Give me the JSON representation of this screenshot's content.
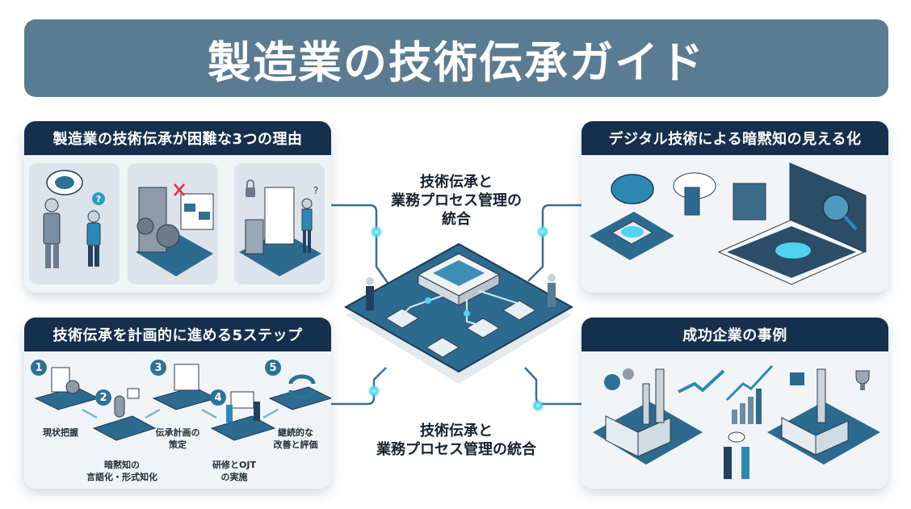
{
  "header": {
    "title": "製造業の技術伝承ガイド"
  },
  "panels": {
    "reasons": {
      "title": "製造業の技術伝承が困難な3つの理由",
      "cards": [
        {
          "icon": "veteran-and-novice-icon"
        },
        {
          "icon": "machine-gears-icon"
        },
        {
          "icon": "locked-documents-icon"
        }
      ]
    },
    "digital": {
      "title": "デジタル技術による暗黙知の見える化",
      "icons": [
        "brain-device-icon",
        "cloud-server-icon",
        "tablet-dashboard-icon",
        "magnifier-icon"
      ]
    },
    "steps": {
      "title": "技術伝承を計画的に進める5ステップ",
      "items": [
        {
          "number": "1",
          "label": "現状把握",
          "icon": "clipboard-gear-icon"
        },
        {
          "number": "2",
          "label": "暗黙知の\n言語化・形式知化",
          "icon": "microphone-icon"
        },
        {
          "number": "3",
          "label": "伝承計画の\n策定",
          "icon": "calendar-icon"
        },
        {
          "number": "4",
          "label": "研修とOJT\nの実施",
          "icon": "training-presentation-icon"
        },
        {
          "number": "5",
          "label": "継続的な\n改善と評価",
          "icon": "cycle-arrows-icon"
        }
      ]
    },
    "success": {
      "title": "成功企業の事例",
      "icons": [
        "factory-icon",
        "growth-chart-icon",
        "handshake-icon",
        "smart-factory-icon",
        "trophy-icon"
      ]
    }
  },
  "center": {
    "top_label": "技術伝承と\n業務プロセス管理の\n統合",
    "bottom_label": "技術伝承と\n業務プロセス管理の統合",
    "icons": [
      "process-hub-icon",
      "search-icon",
      "gear-icon",
      "document-icon",
      "tools-icon"
    ]
  },
  "colors": {
    "title_bg": "#5b7b92",
    "panel_header": "#15304d",
    "platform": "#2d6a8f",
    "accent_glow": "#4fd3f0"
  }
}
